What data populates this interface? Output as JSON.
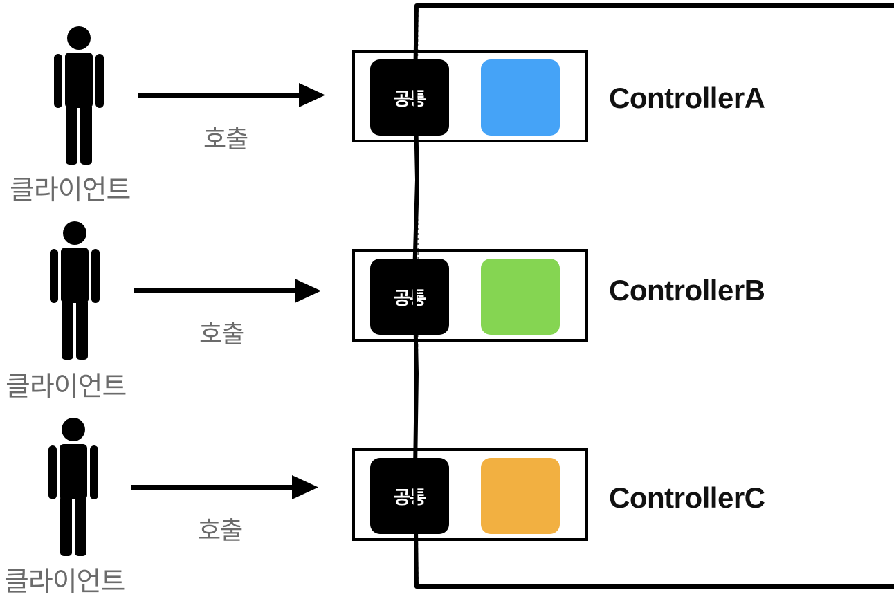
{
  "colors": {
    "ink": "#000000",
    "label_gray": "#6b6b6b",
    "controller_a": "#45a3f7",
    "controller_b": "#85d552",
    "controller_c": "#f2b041"
  },
  "icons": {
    "person": "person-icon",
    "arrow": "arrow-right-icon"
  },
  "rows": [
    {
      "client_label": "클라이언트",
      "call_label": "호출",
      "common_label": "공통",
      "controller_label": "ControllerA",
      "block_color": "#45a3f7"
    },
    {
      "client_label": "클라이언트",
      "call_label": "호출",
      "common_label": "공통",
      "controller_label": "ControllerB",
      "block_color": "#85d552"
    },
    {
      "client_label": "클라이언트",
      "call_label": "호출",
      "common_label": "공통",
      "controller_label": "ControllerC",
      "block_color": "#f2b041"
    }
  ]
}
